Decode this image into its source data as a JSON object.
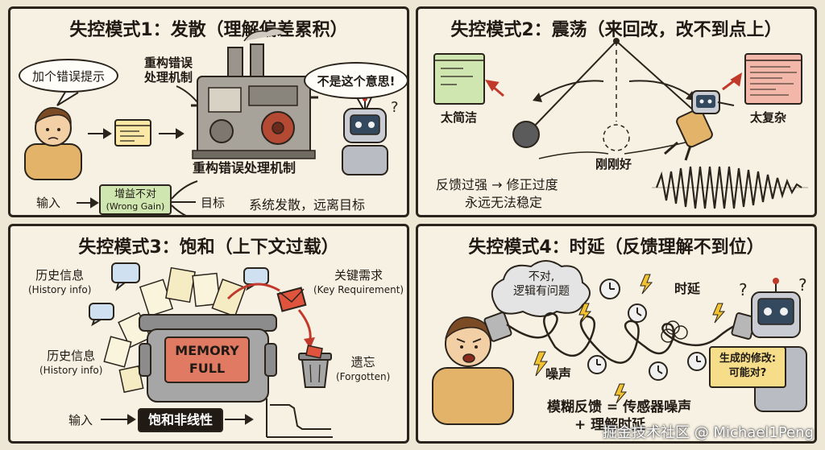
{
  "panel1": {
    "title": "失控模式1：发散（理解偏差累积）",
    "bubble_left": "加个错误提示",
    "machine_top_line1": "重构错误",
    "machine_top_line2": "处理机制",
    "bubble_right": "不是这个意思!",
    "machine_caption": "重构错误处理机制",
    "input_label": "输入",
    "gain_label": "增益不对",
    "gain_label_en": "(Wrong Gain)",
    "target_label": "目标",
    "result_label": "系统发散，远离目标"
  },
  "panel2": {
    "title": "失控模式2：震荡（来回改，改不到点上）",
    "left_caption": "太简洁",
    "right_caption": "太复杂",
    "center_caption": "刚刚好",
    "note_line1": "反馈过强 → 修正过度",
    "note_line2": "永远无法稳定"
  },
  "panel3": {
    "title": "失控模式3：饱和（上下文过载）",
    "history1": "历史信息",
    "history1_en": "(History info)",
    "history2": "历史信息",
    "history2_en": "(History info)",
    "key_req": "关键需求",
    "key_req_en": "(Key Requirement)",
    "memory_line1": "MEMORY",
    "memory_line2": "FULL",
    "forgotten": "遗忘",
    "forgotten_en": "(Forgotten)",
    "input_label": "输入",
    "nonlinear_label": "饱和非线性"
  },
  "panel4": {
    "title": "失控模式4：时延（反馈理解不到位）",
    "bubble_line1": "不对,",
    "bubble_line2": "逻辑有问题",
    "delay_label": "时延",
    "noise_label": "噪声",
    "sign_line1": "生成的修改:",
    "sign_line2": "可能对?",
    "equation_line1": "模糊反馈 = 传感器噪声",
    "equation_line2": "+ 理解时延"
  },
  "watermark": "掘金技术社区 @ Michael1Peng",
  "colors": {
    "panel_bg": "#f7f1e3",
    "ink": "#2b241c",
    "green_box": "#cfe6b0",
    "red_box": "#f2b7a8",
    "memory_red": "#e07a63",
    "arrow_red": "#c0392b"
  }
}
